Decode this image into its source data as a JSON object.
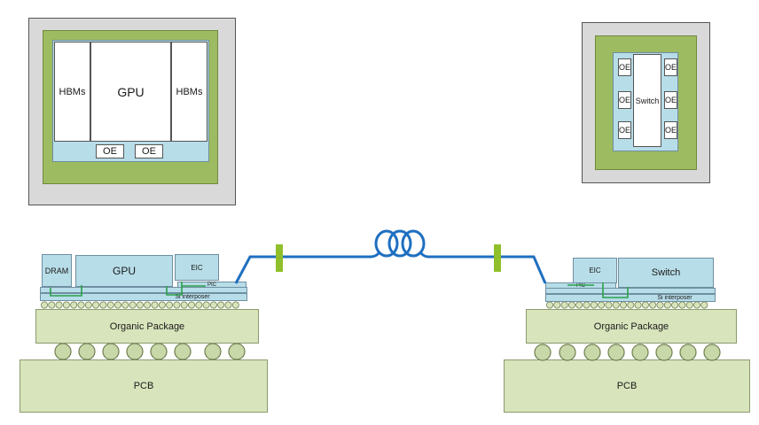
{
  "top_view_left": {
    "hbm_left": "HBMs",
    "gpu": "GPU",
    "hbm_right": "HBMs",
    "oe_1": "OE",
    "oe_2": "OE"
  },
  "top_view_right": {
    "switch": "Switch",
    "oe_left": [
      "OE",
      "OE",
      "OE"
    ],
    "oe_right": [
      "OE",
      "OE",
      "OE"
    ]
  },
  "side_left": {
    "dram": "DRAM",
    "gpu": "GPU",
    "eic": "EIC",
    "pic": "PIC",
    "interposer": "Si interposer",
    "organic_package": "Organic Package",
    "pcb": "PCB"
  },
  "side_right": {
    "eic": "EIC",
    "switch": "Switch",
    "pic": "PIC",
    "interposer": "Si interposer",
    "organic_package": "Organic Package",
    "pcb": "PCB"
  },
  "colors": {
    "fiber": "#1f6fc0",
    "connector": "#8fbf2a",
    "routing": "#2aa04a",
    "interposer": "#b7dde8",
    "substrate_green": "#9dbb61",
    "organic": "#d8e4bc"
  }
}
